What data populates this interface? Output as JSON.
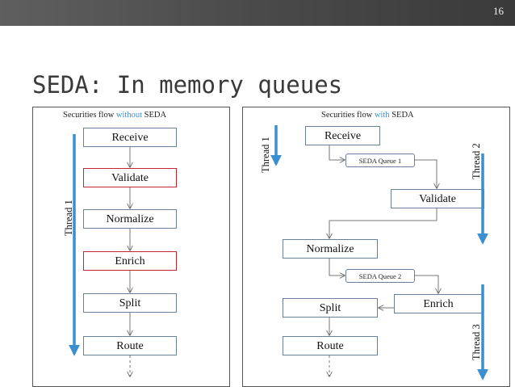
{
  "slide": {
    "page_number": "16",
    "title": "SEDA: In memory queues"
  },
  "left": {
    "caption_prefix": "Securities flow ",
    "caption_highlight": "without",
    "caption_suffix": " SEDA",
    "thread_label": "Thread 1",
    "steps": [
      "Receive",
      "Validate",
      "Normalize",
      "Enrich",
      "Split",
      "Route"
    ]
  },
  "right": {
    "caption_prefix": "Securities flow ",
    "caption_highlight": "with",
    "caption_suffix": " SEDA",
    "thread1_label": "Thread 1",
    "thread2_label": "Thread 2",
    "thread3_label": "Thread 3",
    "steps": {
      "receive": "Receive",
      "validate": "Validate",
      "normalize": "Normalize",
      "split": "Split",
      "enrich": "Enrich",
      "route": "Route"
    },
    "queue1": "SEDA Queue 1",
    "queue2": "SEDA Queue 2"
  },
  "colors": {
    "thread_arrow": "#3a8fd0",
    "highlight_border": "#c0272d",
    "box_border": "#6a7f99",
    "topbar": "#4a4a4a"
  }
}
